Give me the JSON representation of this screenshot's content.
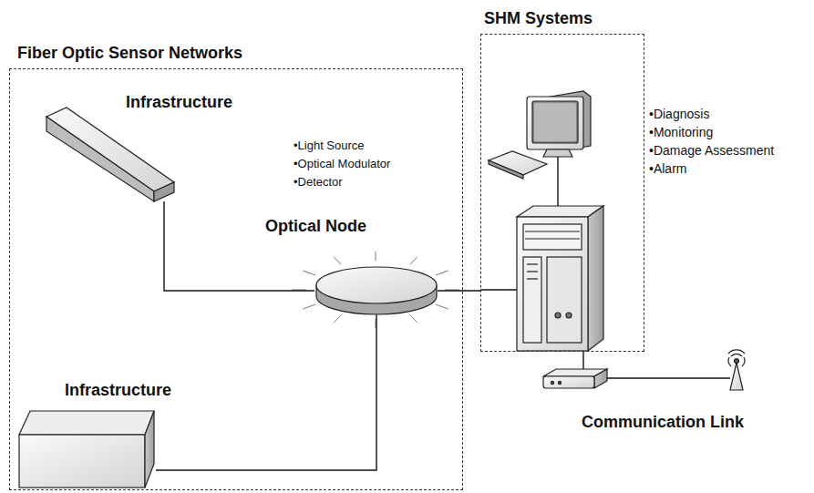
{
  "diagram": {
    "nodes": [
      {
        "text": [
          "Fiber Optic Sensor Networks"
        ]
      },
      {
        "text": [
          "Infrastructure"
        ],
        "in": 0
      },
      {
        "text": [
          "Optical Node"
        ],
        "in": 0
      },
      {
        "text": [
          "Infrastructure"
        ],
        "in": 0
      },
      {
        "text": [
          "SHM Systems"
        ]
      }
    ],
    "edges": [
      {
        "from": 1,
        "to": 2,
        "arrow": "none"
      },
      {
        "from": 3,
        "to": 2,
        "arrow": "none"
      },
      {
        "from": 2,
        "to": 4,
        "arrow": "none"
      }
    ],
    "labels": [
      "•Light Source",
      "•Optical Modulator",
      "•Detector",
      "•Diagnosis",
      "•Monitoring",
      "•Damage Assessment",
      "•Alarm",
      "Communication Link"
    ]
  }
}
